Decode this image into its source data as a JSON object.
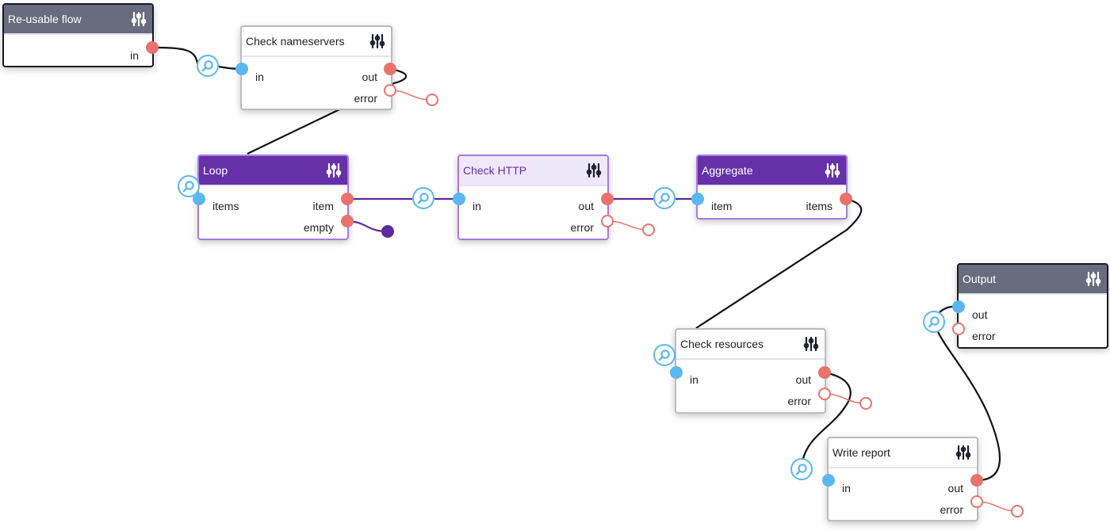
{
  "nodes": {
    "reusable_flow": {
      "title": "Re-usable flow",
      "ports": {
        "in": "in"
      }
    },
    "check_nameservers": {
      "title": "Check nameservers",
      "ports": {
        "in": "in",
        "out": "out",
        "error": "error"
      }
    },
    "loop": {
      "title": "Loop",
      "ports": {
        "items": "items",
        "item": "item",
        "empty": "empty"
      }
    },
    "check_http": {
      "title": "Check HTTP",
      "ports": {
        "in": "in",
        "out": "out",
        "error": "error"
      }
    },
    "aggregate": {
      "title": "Aggregate",
      "ports": {
        "item": "item",
        "items": "items"
      }
    },
    "output": {
      "title": "Output",
      "ports": {
        "out": "out",
        "error": "error"
      }
    },
    "check_resources": {
      "title": "Check resources",
      "ports": {
        "in": "in",
        "out": "out",
        "error": "error"
      }
    },
    "write_report": {
      "title": "Write report",
      "ports": {
        "in": "in",
        "out": "out",
        "error": "error"
      }
    }
  },
  "icons": {
    "settings": "sliders-icon",
    "inspect": "magnifier-icon"
  },
  "colors": {
    "input_port": "#5ab7ef",
    "output_port": "#e8736d",
    "loop_purple": "#6530a8",
    "dark_header": "#686c7e",
    "wire": "#111111",
    "loop_wire": "#5b2a9c"
  }
}
